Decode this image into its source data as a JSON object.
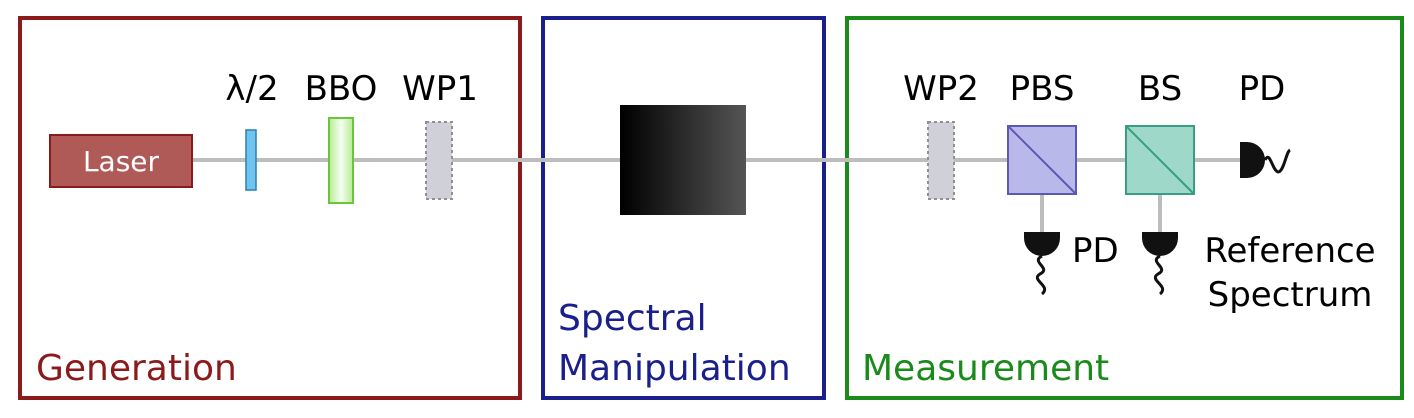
{
  "sections": {
    "generation": {
      "label": "Generation",
      "color": "#8b1a1a"
    },
    "manipulation": {
      "label_line1": "Spectral",
      "label_line2": "Manipulation",
      "color": "#1a1f8b"
    },
    "measurement": {
      "label": "Measurement",
      "color": "#1a8b1a"
    }
  },
  "components": {
    "laser": {
      "label": "Laser",
      "color": "#b05a57"
    },
    "half_wave_plate": {
      "label": "λ/2",
      "color": "#5bb8e8"
    },
    "bbo": {
      "label": "BBO",
      "color": "#9fe07a"
    },
    "wp1": {
      "label": "WP1"
    },
    "wp2": {
      "label": "WP2"
    },
    "pbs": {
      "label": "PBS",
      "color": "#9a9adf"
    },
    "bs": {
      "label": "BS",
      "color": "#7ac9b4"
    },
    "pd_end": {
      "label": "PD"
    },
    "pd_pbs": {
      "label": "PD"
    },
    "reference": {
      "label_line1": "Reference",
      "label_line2": "Spectrum"
    }
  },
  "beam_color": "#bdbdbd"
}
